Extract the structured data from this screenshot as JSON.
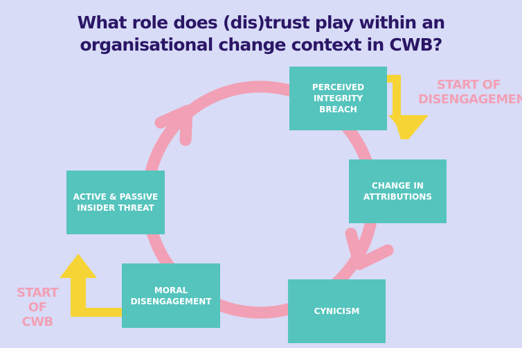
{
  "title": {
    "line1": "What role does (dis)trust play within an",
    "line2": "organisational change context in CWB?"
  },
  "boxes": {
    "perceived": [
      "PERCEIVED",
      "INTEGRITY",
      "BREACH"
    ],
    "change": [
      "CHANGE IN",
      "ATTRIBUTIONS"
    ],
    "cynicism": [
      "CYNICISM"
    ],
    "moral": [
      "MORAL",
      "DISENGAGEMENT"
    ],
    "threat": [
      "ACTIVE & PASSIVE",
      "INSIDER THREAT"
    ]
  },
  "labels": {
    "disengagement": [
      "START OF",
      "DISENGAGEMENT"
    ],
    "cwb": [
      "START OF",
      "CWB"
    ]
  },
  "colors": {
    "background": "#d8dcf7",
    "title": "#2b1666",
    "box": "#55c4bd",
    "cycle_arrow": "#f2a0b5",
    "start_arrow": "#f7d435",
    "label": "#f2a0b5"
  }
}
